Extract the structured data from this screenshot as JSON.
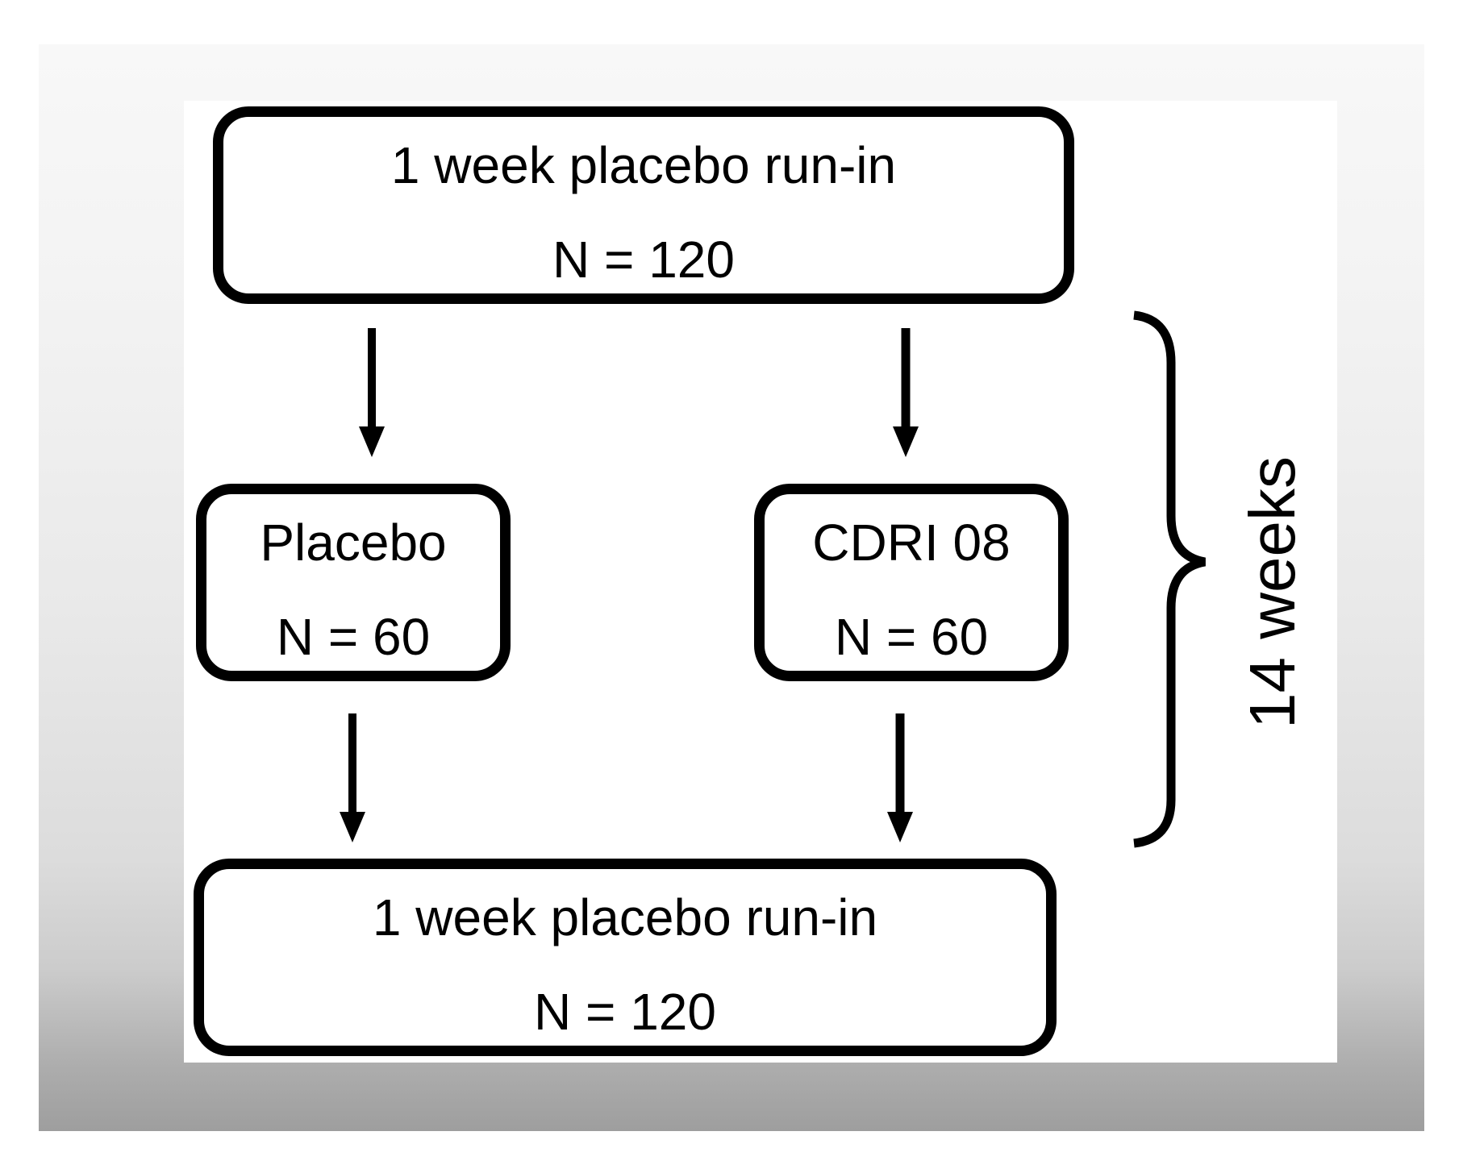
{
  "figure": {
    "boxes": {
      "top": {
        "line1": "1 week placebo run-in",
        "line2": "N = 120"
      },
      "placebo": {
        "line1": "Placebo",
        "line2": "N = 60"
      },
      "cdri": {
        "line1": "CDRI 08",
        "line2": "N = 60"
      },
      "bottom": {
        "line1": "1 week placebo run-in",
        "line2": "N = 120"
      }
    },
    "duration_label": "14 weeks",
    "colors": {
      "line": "#000000",
      "box_fill": "#ffffff",
      "panel": "#ffffff",
      "background_gradient_top": "#f8f8f8",
      "background_gradient_bottom": "#9e9e9e"
    }
  }
}
